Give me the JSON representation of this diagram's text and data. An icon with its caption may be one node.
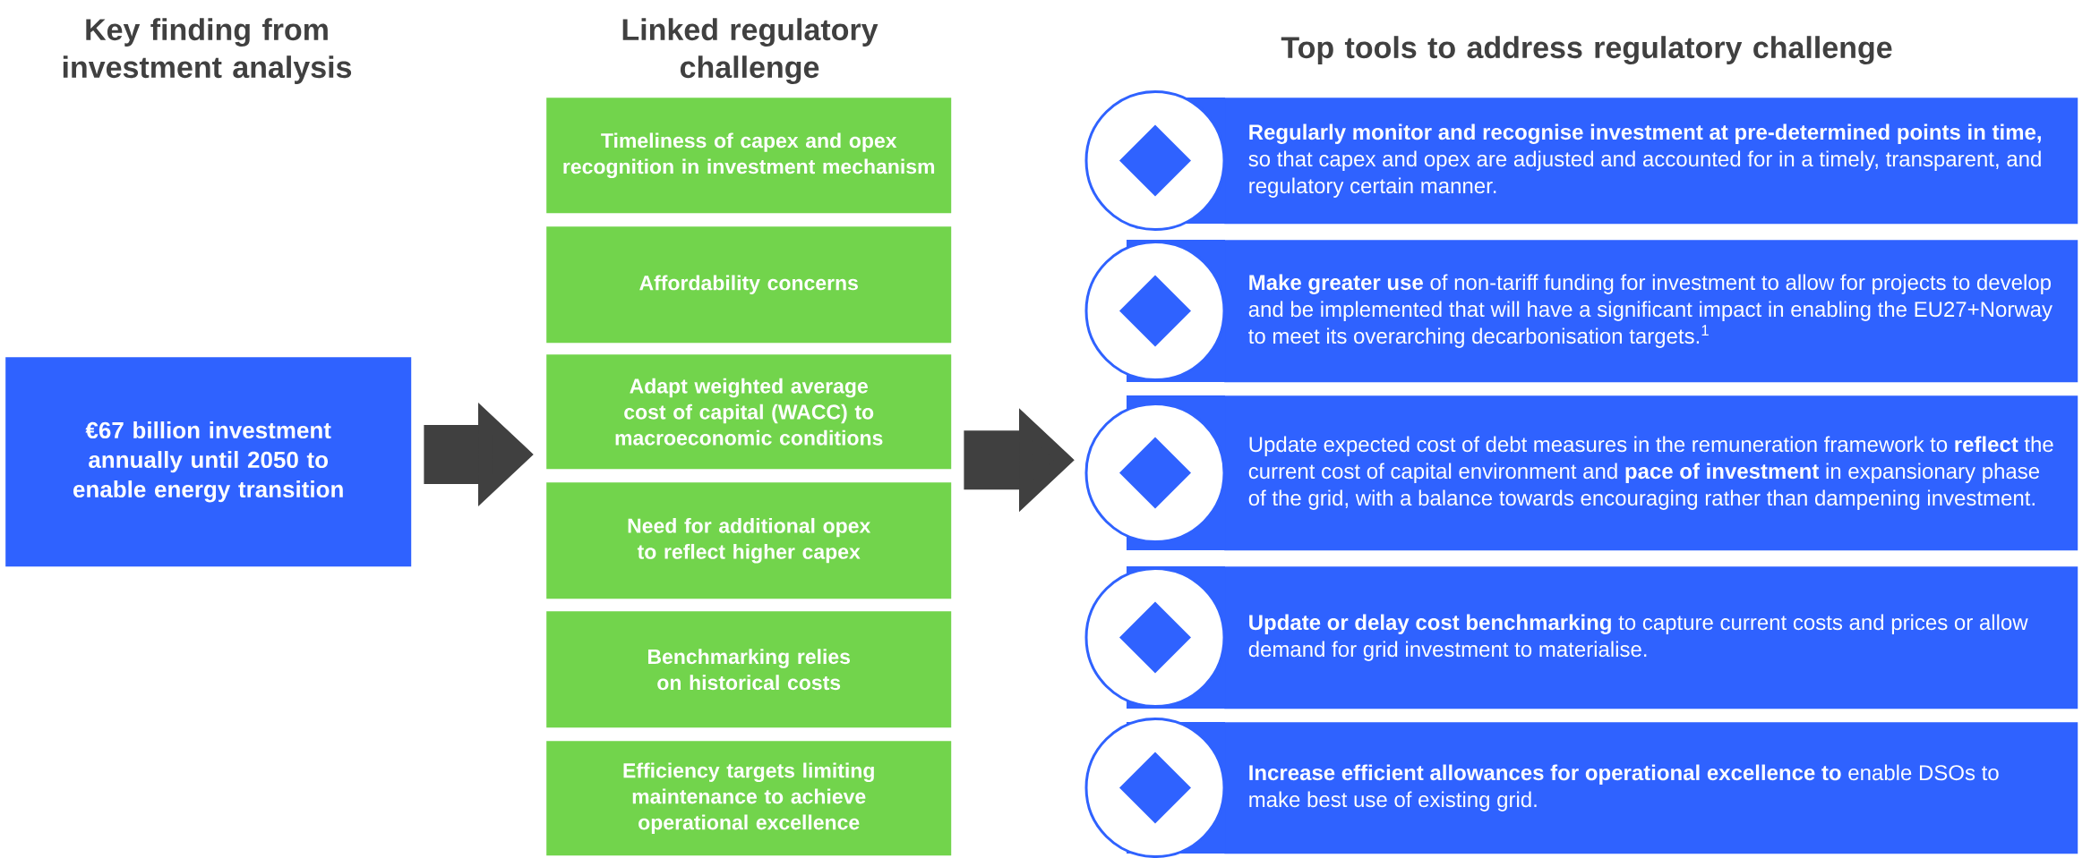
{
  "diagram": {
    "nodes": [
      {
        "text": [
          "€67 billion investment annually until 2050 to enable energy transition"
        ]
      },
      {
        "text": [
          "Timeliness of capex and opex recognition in investment mechanism"
        ]
      },
      {
        "text": [
          "Affordability concerns"
        ]
      },
      {
        "text": [
          "Adapt weighted average cost of capital (WACC) to macroeconomic conditions"
        ]
      },
      {
        "text": [
          "Need for additional opex to reflect higher capex"
        ]
      },
      {
        "text": [
          "Benchmarking relies on historical costs"
        ]
      },
      {
        "text": [
          "Efficiency targets limiting maintenance to achieve operational excellence"
        ]
      },
      {
        "text": [
          "**Regularly monitor and recognise investment at pre-determined points in time,** so that capex and opex are adjusted and accounted for in a timely, transparent, and regulatory certain manner."
        ]
      },
      {
        "text": [
          "**Make greater use** of non-tariff funding for investment to allow for projects to develop and be implemented that will have a significant impact in enabling the EU27+Norway to meet its overarching decarbonisation targets.$^{1}$"
        ]
      },
      {
        "text": [
          "Update expected cost of debt measures in the remuneration framework to **reflect** the current cost of capital environment and **pace of investment** in expansionary phase of the grid, with a balance towards encouraging rather than dampening investment."
        ]
      },
      {
        "text": [
          "**Update or delay cost benchmarking** to capture current costs and prices or allow demand for grid investment to materialise."
        ]
      },
      {
        "text": [
          "**Increase efficient allowances for operational excellence to** enable DSOs to make best use of existing grid."
        ]
      }
    ],
    "edges": [
      {
        "from": 0,
        "to": 3,
        "arrow": "to"
      },
      {
        "from": 3,
        "to": 9,
        "arrow": "to"
      }
    ],
    "labels": [
      "Key finding from investment analysis",
      "Linked regulatory challenge",
      "Top tools to address regulatory challenge"
    ]
  }
}
